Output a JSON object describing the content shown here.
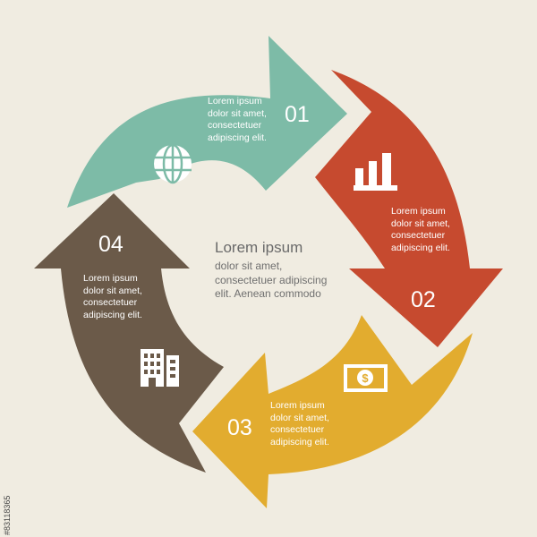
{
  "background": "#f0ece1",
  "center": {
    "title": "Lorem ipsum",
    "body": "dolor sit amet,\nconsectetuer adipiscing\nelit. Aenean commodo"
  },
  "steps": [
    {
      "number": "01",
      "text": "Lorem ipsum\ndolor sit amet,\nconsectetuer\nadipiscing elit.",
      "color": "#7dbba7",
      "icon": "globe-icon"
    },
    {
      "number": "02",
      "text": "Lorem ipsum\ndolor sit amet,\nconsectetuer\nadipiscing elit.",
      "color": "#c64a2f",
      "icon": "bar-chart-icon"
    },
    {
      "number": "03",
      "text": "Lorem ipsum\ndolor sit amet,\nconsectetuer\nadipiscing elit.",
      "color": "#e2ac2f",
      "icon": "dollar-bill-icon"
    },
    {
      "number": "04",
      "text": "Lorem ipsum\ndolor sit amet,\nconsectetuer\nadipiscing elit.",
      "color": "#6b5a49",
      "icon": "buildings-icon"
    }
  ],
  "stock_id": "#83118365"
}
